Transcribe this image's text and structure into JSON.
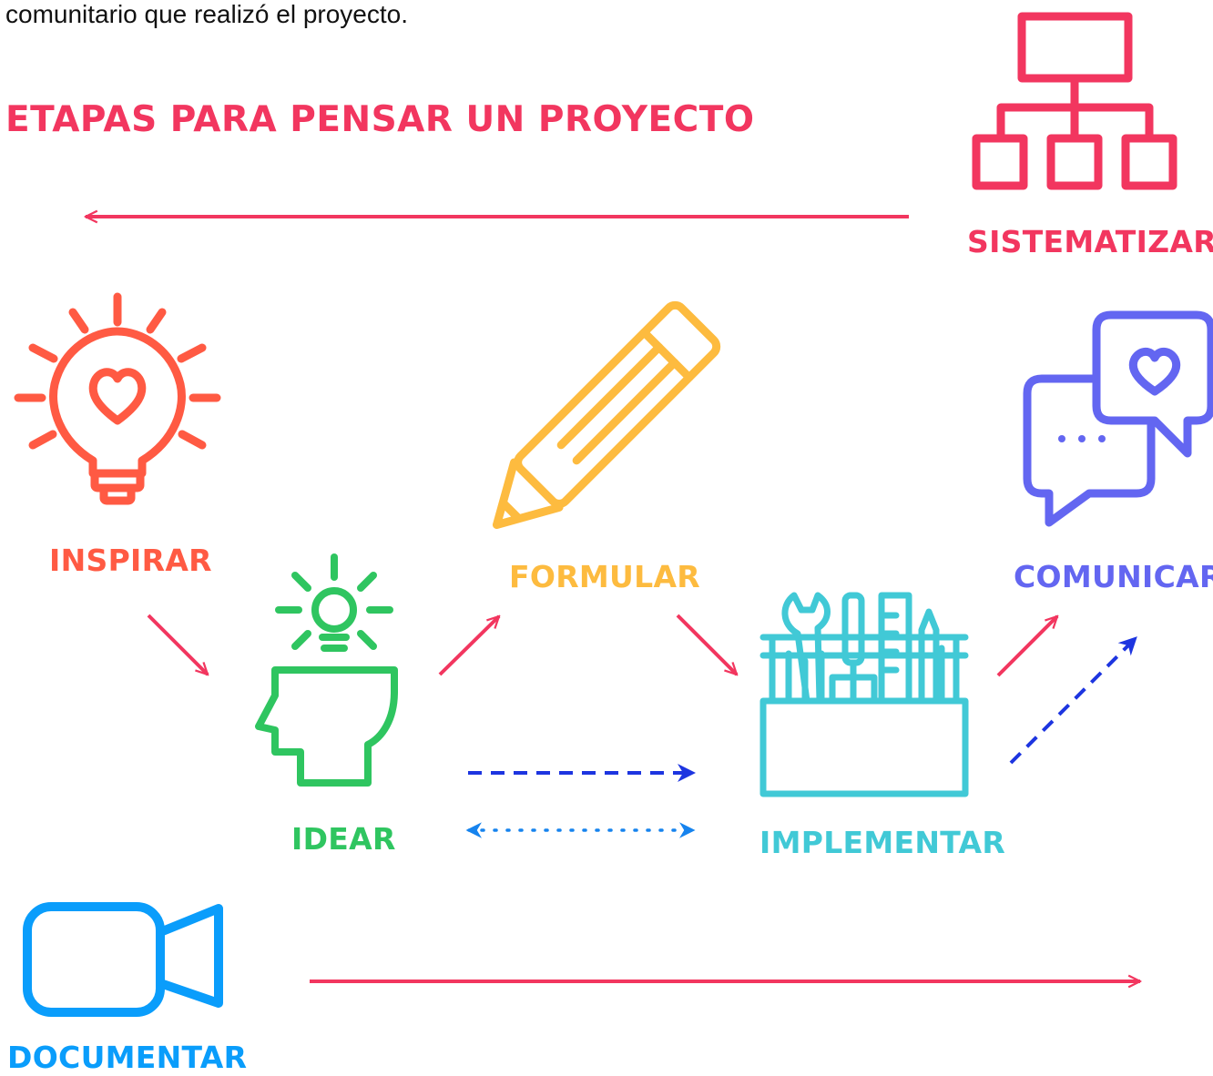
{
  "intro_text": "comunitario que realizó el proyecto.",
  "heading": "ETAPAS PARA PENSAR UN PROYECTO",
  "stages": {
    "sistematizar": "SISTEMATIZAR",
    "inspirar": "INSPIRAR",
    "idear": "IDEAR",
    "formular": "FORMULAR",
    "implementar": "IMPLEMENTAR",
    "comunicar": "COMUNICAR",
    "documentar": "DOCUMENTAR"
  },
  "icons": {
    "sistematizar": "hierarchy-icon",
    "inspirar": "lightbulb-heart-icon",
    "idear": "head-idea-icon",
    "formular": "pencil-icon",
    "implementar": "toolbox-icon",
    "comunicar": "chat-bubbles-icon",
    "documentar": "video-camera-icon"
  },
  "colors": {
    "primary": "#f2365f",
    "inspirar": "#ff5a43",
    "idear": "#2fc560",
    "formular": "#fdbb3f",
    "implementar": "#41c9d6",
    "comunicar": "#6366f1",
    "documentar": "#0a9dfb",
    "dashed_arrow": "#1d35e0",
    "dotted_arrow": "#1683ee"
  }
}
